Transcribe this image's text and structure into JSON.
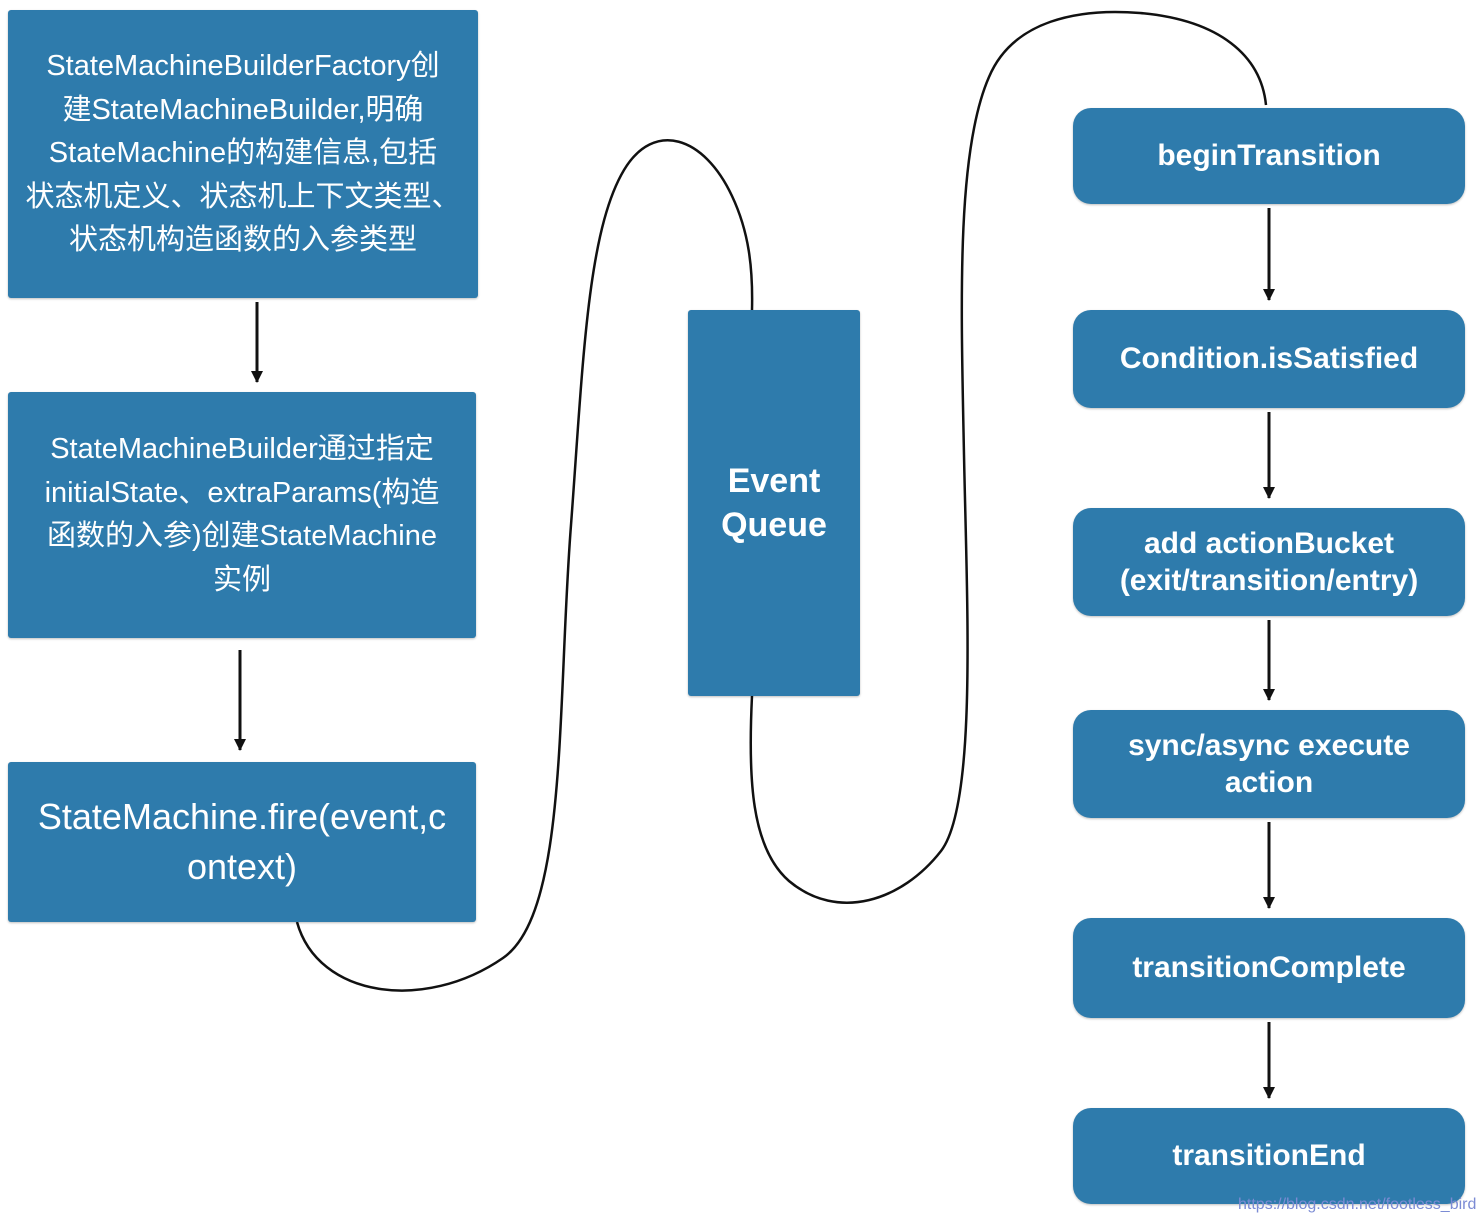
{
  "diagram": {
    "left_flow": [
      {
        "label": "StateMachineBuilderFactory创\n建StateMachineBuilder,明确\nStateMachine的构建信息,包括\n状态机定义、状态机上下文类型、\n状态机构造函数的入参类型"
      },
      {
        "label": "StateMachineBuilder通过指定\ninitialState、extraParams(构造\n函数的入参)创建StateMachine\n实例"
      },
      {
        "label": "StateMachine.fire(event,c\nontext)"
      }
    ],
    "queue": {
      "label": "Event\nQueue"
    },
    "right_flow": [
      {
        "label": "beginTransition"
      },
      {
        "label": "Condition.isSatisfied"
      },
      {
        "label": "add actionBucket\n(exit/transition/entry)"
      },
      {
        "label": "sync/async execute\naction"
      },
      {
        "label": "transitionComplete"
      },
      {
        "label": "transitionEnd"
      }
    ],
    "watermark": "https://blog.csdn.net/footless_bird"
  },
  "colors": {
    "box": "#2e7bac",
    "text": "#ffffff",
    "line": "#111111",
    "watermark": "#7b8bd4"
  }
}
